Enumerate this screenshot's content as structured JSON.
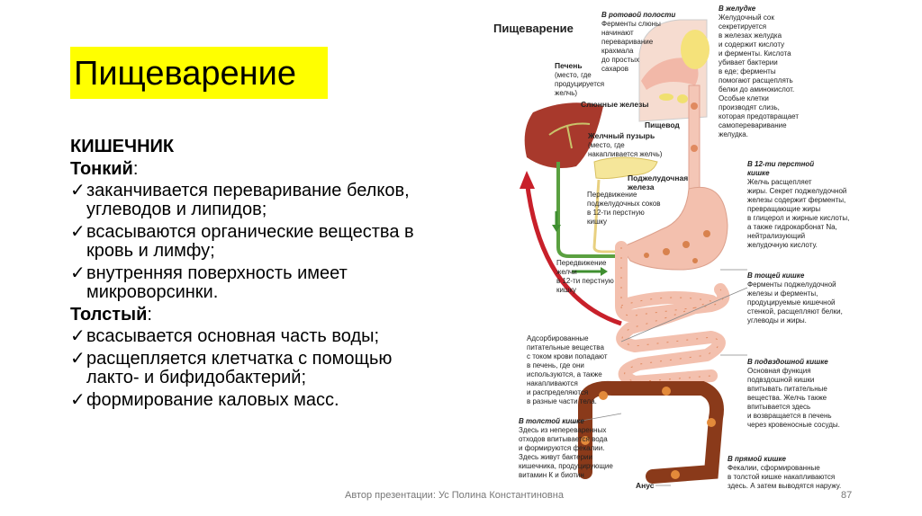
{
  "slide": {
    "title": "Пищеварение",
    "content": {
      "heading": "КИШЕЧНИК",
      "small_intestine_label": "Тонкий",
      "small_intestine_items": [
        "заканчивается переваривание белков, углеводов и липидов;",
        "всасываются органические вещества в кровь и лимфу;",
        "внутренняя поверхность имеет микроворсинки."
      ],
      "large_intestine_label": "Толстый",
      "large_intestine_items": [
        "всасывается основная часть воды;",
        "расщепляется клетчатка с помощью лакто- и бифидобактерий;",
        "формирование каловых масс."
      ],
      "colon": ":",
      "check": "✓"
    },
    "footer": "Автор презентации: Ус Полина Константиновна",
    "page_number": "87"
  },
  "diagram": {
    "title": "Пищеварение",
    "mouth": {
      "heading": "В ротовой полости",
      "text": "Ферменты слюны\nначинают\nпереваривание\nкрахмала\nдо простых\nсахаров"
    },
    "stomach": {
      "heading": "В желудке",
      "text": "Желудочный сок\nсекретируется\nв железах желудка\nи содержит кислоту\nи ферменты. Кислота\nубивает бактерии\nв еде; ферменты\nпомогают расщеплять\nбелки до аминокислот.\nОсобые клетки\nпроизводят слизь,\nкоторая предотвращает\nсамопереваривание\nжелудка."
    },
    "liver": {
      "heading": "Печень",
      "text": "(место, где\nпродуцируется\nжелчь)"
    },
    "salivary": "Слюнные железы",
    "esophagus": "Пищевод",
    "gallbladder": {
      "heading": "Желчный пузырь",
      "text": "(место, где\nнакапливается желчь)"
    },
    "pancreas": "Поджелудочная\nжелеза",
    "pancreatic_juice": "Передвижение\nподжелудочных соков\nв 12-ти перстную\nкишку",
    "bile_move": "Передвижение\nжелчи\nв 12-ти перстную\nкишку",
    "duodenum": {
      "heading": "В 12-ти перстной\nкишке",
      "text": "Желчь расщепляет\nжиры. Секрет поджелудочной\nжелезы содержит ферменты,\nпревращающие жиры\nв глицерол и жирные кислоты,\nа также гидрокарбонат Na,\nнейтрализующий\nжелудочную кислоту."
    },
    "jejunum": {
      "heading": "В тощей кишке",
      "text": "Ферменты поджелудочной\nжелезы и ферменты,\nпродуцируемые кишечной\nстенкой, расщепляют белки,\nуглеводы и жиры."
    },
    "absorbed": "Адсорбированные\nпитательные вещества\nс током крови попадают\nв печень, где они\nиспользуются, а также\nнакапливаются\nи распределяются\nв разные части тела.",
    "ileum": {
      "heading": "В подвздошной кишке",
      "text": "Основная функция\nподвздошной кишки\nвпитывать питательные\nвещества. Желчь также\nвпитывается здесь\nи возвращается в печень\nчерез кровеносные сосуды."
    },
    "colon": {
      "heading": "В толстой кишке",
      "text": "Здесь из непереваренных\nотходов впитывается вода\nи формируются фекалии.\nЗдесь живут бактерии\nкишечника, продуцирующие\nвитамин К и биотин"
    },
    "rectum": {
      "heading": "В прямой кишке",
      "text": "Фекалии, сформированные\nв толстой кишке накапливаются\nздесь. А затем выводятся наружу."
    },
    "anus": "Анус"
  }
}
